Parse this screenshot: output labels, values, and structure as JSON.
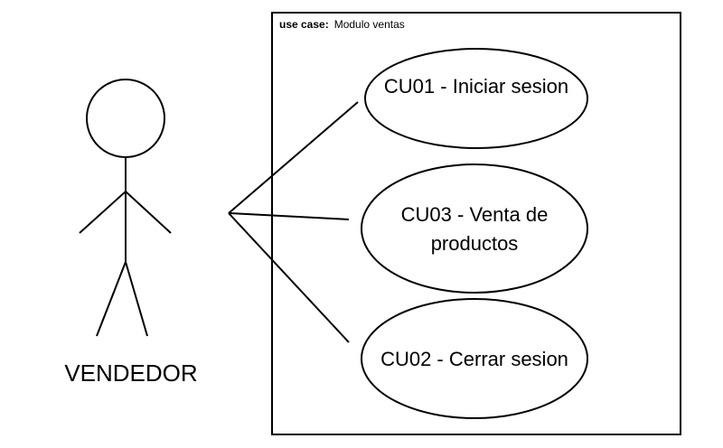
{
  "diagram": {
    "type": "use-case",
    "colors": {
      "stroke": "#000000",
      "fill": "#ffffff",
      "text": "#000000"
    },
    "boundary": {
      "keyword": "use case:",
      "name": "Modulo ventas"
    },
    "actor": {
      "label": "VENDEDOR"
    },
    "use_cases": [
      {
        "id": "CU01",
        "line1": "CU01 - Iniciar sesion",
        "line2": ""
      },
      {
        "id": "CU03",
        "line1": "CU03 - Venta de",
        "line2": "productos"
      },
      {
        "id": "CU02",
        "line1": "CU02 - Cerrar sesion",
        "line2": ""
      }
    ],
    "associations": [
      {
        "from": "actor",
        "to": "CU01"
      },
      {
        "from": "actor",
        "to": "CU03"
      },
      {
        "from": "actor",
        "to": "CU02"
      }
    ]
  }
}
